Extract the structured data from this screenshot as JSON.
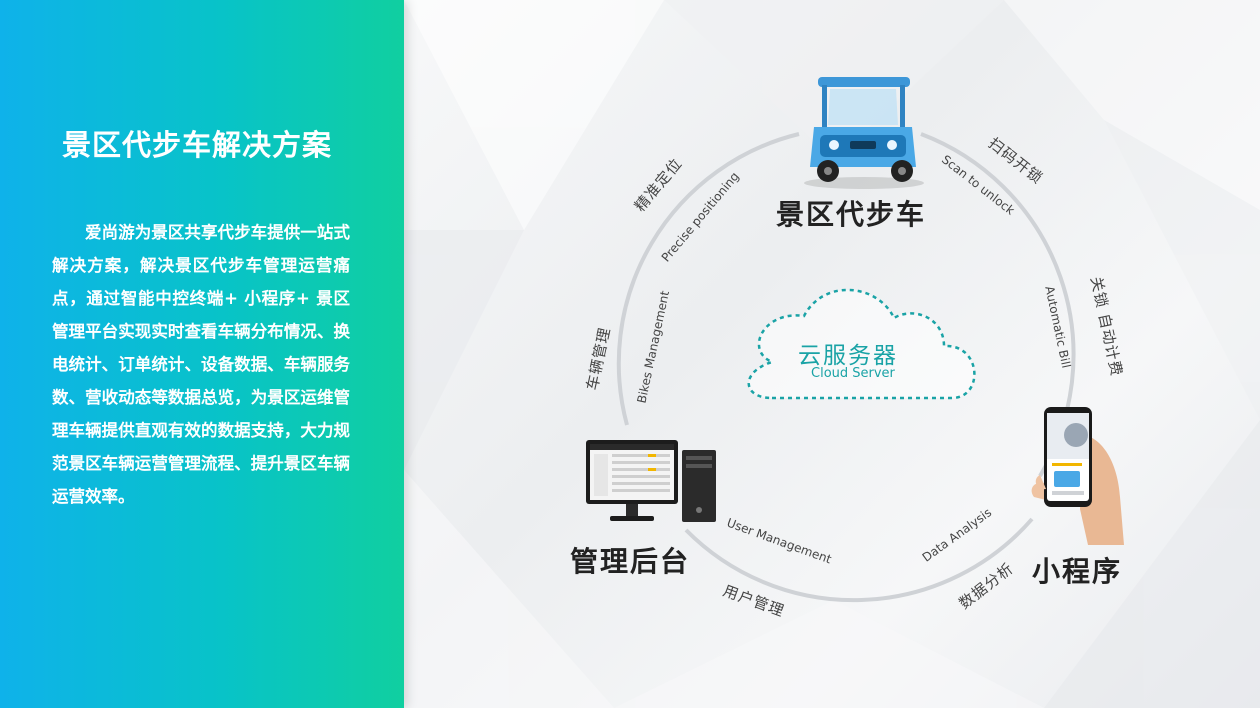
{
  "page": {
    "title": "景区代步车解决方案",
    "intro": "爱尚游为景区共享代步车提供一站式解决方案，解决景区代步车管理运营痛点，通过智能中控终端+ 小程序+ 景区管理平台实现实时查看车辆分布情况、换电统计、订单统计、设备数据、车辆服务数、营收动态等数据总览，为景区运维管理车辆提供直观有效的数据支持，大力规范景区车辆运营管理流程、提升景区车辆运营效率。"
  },
  "diagram": {
    "center": {
      "cn": "云服务器",
      "en": "Cloud Server"
    },
    "nodes": {
      "car": "景区代步车",
      "mini_program": "小程序",
      "backend": "管理后台"
    },
    "arc_labels": {
      "scan_cn": "扫码开锁",
      "scan_en": "Scan to unlock",
      "bill_cn": "关锁 自动计费",
      "bill_en": "Automatic Bill",
      "data_cn": "数据分析",
      "data_en": "Data Analysis",
      "user_cn": "用户管理",
      "user_en": "User Management",
      "bikes_cn": "车辆管理",
      "bikes_en": "Bikes Management",
      "position_cn": "精准定位",
      "position_en": "Precise positioning"
    },
    "colors": {
      "accent": "#1aa3a6",
      "ring": "#cfd2d6",
      "car_body": "#4aa8e6"
    },
    "icons": [
      "sightseeing-car-icon",
      "smartphone-in-hand-icon",
      "desktop-computer-icon",
      "cloud-icon"
    ]
  }
}
